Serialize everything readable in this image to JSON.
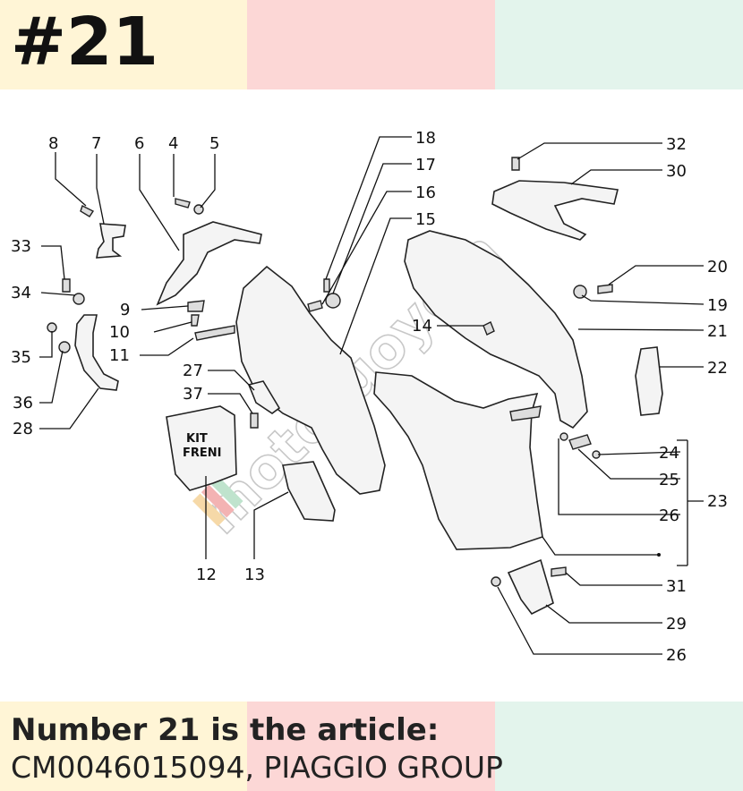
{
  "header": {
    "number": "#21"
  },
  "footer": {
    "line1": "Number 21 is the article:",
    "line2": "CM0046015094, PIAGGIO GROUP"
  },
  "colors": {
    "yellow": "#fff5d6",
    "pink": "#fcd7d6",
    "green": "#e3f4ec",
    "text": "#222222"
  },
  "diagram": {
    "watermark": "motoruoyem",
    "kit_label_1": "KIT",
    "kit_label_2": "FRENI",
    "labels": {
      "l8": "8",
      "l7": "7",
      "l6": "6",
      "l4": "4",
      "l5": "5",
      "l33": "33",
      "l34": "34",
      "l9": "9",
      "l10": "10",
      "l11": "11",
      "l35": "35",
      "l36": "36",
      "l28": "28",
      "l27": "27",
      "l37": "37",
      "l12": "12",
      "l13": "13",
      "l18": "18",
      "l17": "17",
      "l16": "16",
      "l15": "15",
      "l14": "14",
      "l32": "32",
      "l30": "30",
      "l20": "20",
      "l19": "19",
      "l21": "21",
      "l22": "22",
      "l24": "24",
      "l25": "25",
      "l23": "23",
      "l26a": "26",
      "l31": "31",
      "l29": "29",
      "l26b": "26"
    }
  }
}
